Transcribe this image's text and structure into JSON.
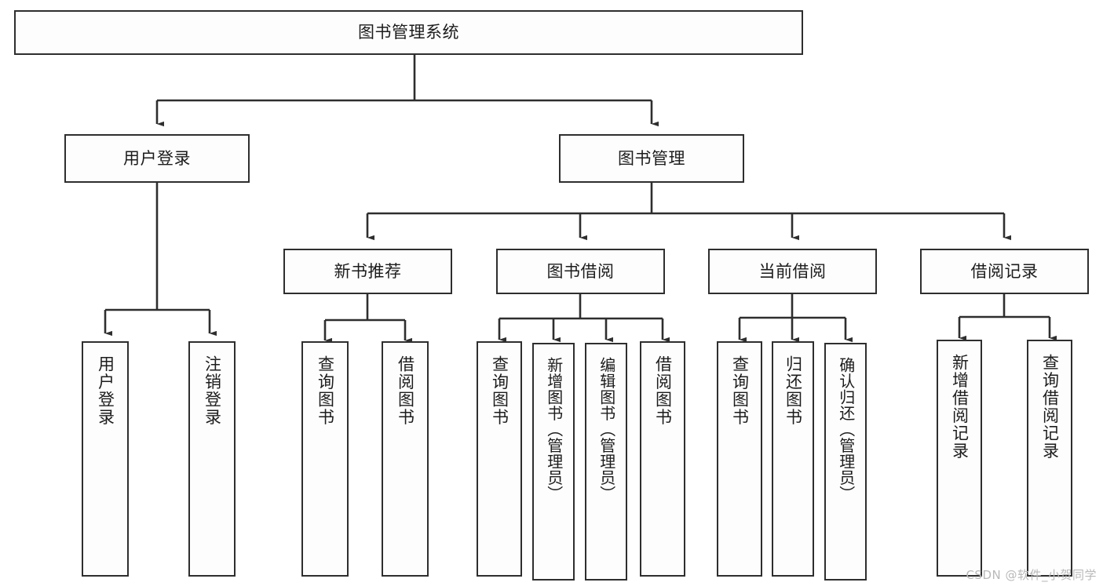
{
  "diagram": {
    "title": "图书管理系统",
    "type": "tree",
    "watermark": "CSDN @软件_小贺同学",
    "colors": {
      "border": "#2e2e2e",
      "node_fill": "#fdfdfd",
      "connector": "#2e2e2e",
      "background": "#ffffff",
      "watermark": "#b9b9b9"
    },
    "root": {
      "label": "图书管理系统"
    },
    "level1": [
      {
        "label": "用户登录"
      },
      {
        "label": "图书管理"
      }
    ],
    "level2": [
      {
        "label": "新书推荐"
      },
      {
        "label": "图书借阅"
      },
      {
        "label": "当前借阅"
      },
      {
        "label": "借阅记录"
      }
    ],
    "leaves_user_login": [
      {
        "label": "用户登录"
      },
      {
        "label": "注销登录"
      }
    ],
    "leaves_new_book": [
      {
        "label": "查询图书"
      },
      {
        "label": "借阅图书"
      }
    ],
    "leaves_borrow": [
      {
        "label": "查询图书"
      },
      {
        "label": "新增图书（管理员）"
      },
      {
        "label": "编辑图书（管理员）"
      },
      {
        "label": "借阅图书"
      }
    ],
    "leaves_current": [
      {
        "label": "查询图书"
      },
      {
        "label": "归还图书"
      },
      {
        "label": "确认归还（管理员）"
      }
    ],
    "leaves_record": [
      {
        "label": "新增借阅记录"
      },
      {
        "label": "查询借阅记录"
      }
    ]
  }
}
